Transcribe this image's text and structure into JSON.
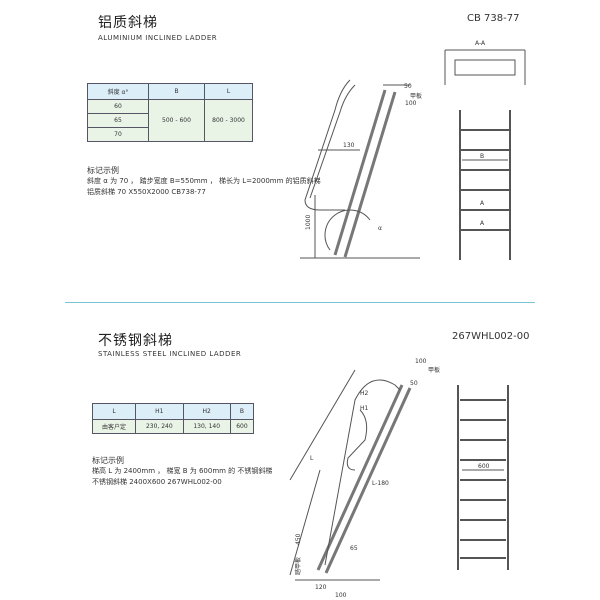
{
  "section1": {
    "title": "铝质斜梯",
    "subtitle": "ALUMINIUM INCLINED LADDER",
    "code": "CB 738-77",
    "table": {
      "headers": [
        "斜度 α°",
        "B",
        "L"
      ],
      "rows": [
        [
          "60"
        ],
        [
          "65"
        ],
        [
          "70"
        ]
      ],
      "b_value": "500 - 600",
      "l_value": "800 - 3000"
    },
    "example": {
      "heading": "标记示例",
      "line1": "斜度 α 为 70 ， 踏步宽度 B=550mm ， 梯长为 L=2000mm 的铝质斜梯",
      "line2": "铝质斜梯 70 X550X2000 CB738-77"
    },
    "drawing_labels": {
      "d50": "50",
      "d100": "100",
      "deck": "甲板",
      "d130": "130",
      "d1000": "1000",
      "alpha": "α",
      "section": "A-A",
      "b": "B",
      "a1": "A",
      "a2": "A"
    }
  },
  "section2": {
    "title": "不锈钢斜梯",
    "subtitle": "STAINLESS STEEL INCLINED LADDER",
    "code": "267WHL002-00",
    "table": {
      "headers": [
        "L",
        "H1",
        "H2",
        "B"
      ],
      "row": [
        "由客户定",
        "230, 240",
        "130, 140",
        "600"
      ]
    },
    "example": {
      "heading": "标记示例",
      "line1": "梯高 L 为 2400mm ， 梯宽 B 为 600mm 的 不锈钢斜梯",
      "line2": "不锈钢斜梯 2400X600  267WHL002-00"
    },
    "drawing_labels": {
      "d100": "100",
      "deck": "甲板",
      "d50": "50",
      "h2": "H2",
      "h1": "H1",
      "l": "L",
      "l180": "L-180",
      "d600": "600",
      "d450": "450",
      "tread": "踏甲板",
      "d65": "65",
      "d120": "120",
      "d100b": "100"
    }
  },
  "colors": {
    "header_fill": "#dceef8",
    "body_fill": "#e9f3e6",
    "separator": "#7cc4d4"
  }
}
